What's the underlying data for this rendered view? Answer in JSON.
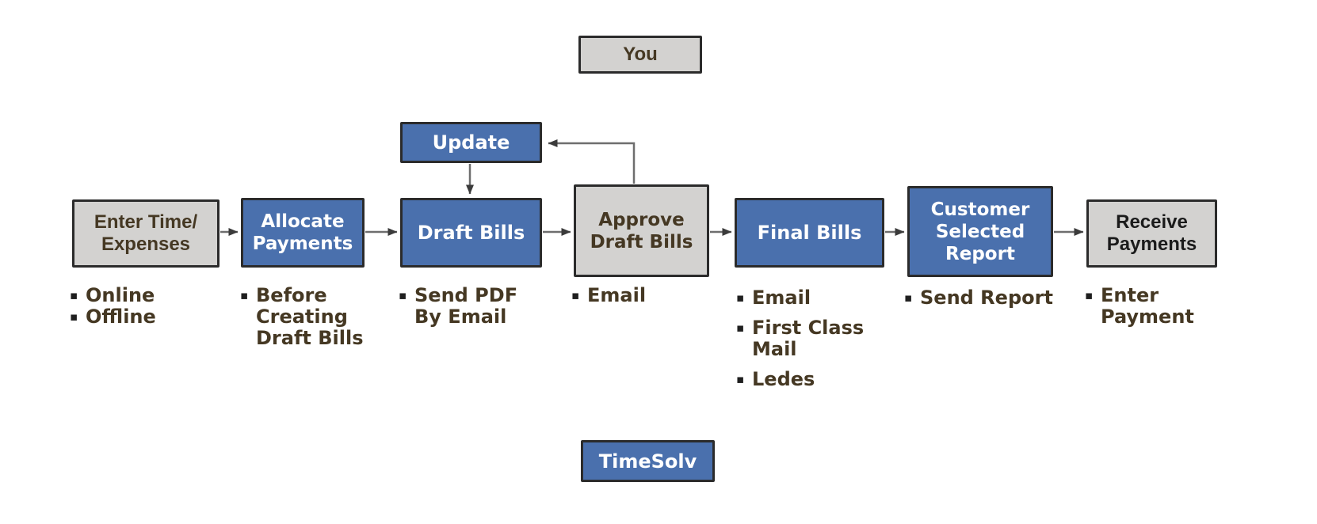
{
  "diagram": {
    "legend": {
      "you": "You",
      "timesolv": "TimeSolv"
    },
    "update_label": "Update",
    "steps": [
      {
        "id": "enter-time-expenses",
        "actor": "you",
        "label": "Enter Time/\nExpenses",
        "notes": [
          "Online",
          "Offline"
        ]
      },
      {
        "id": "allocate-payments",
        "actor": "timesolv",
        "label": "Allocate\nPayments",
        "notes": [
          "Before\nCreating\nDraft Bills"
        ]
      },
      {
        "id": "draft-bills",
        "actor": "timesolv",
        "label": "Draft Bills",
        "notes": [
          "Send PDF\nBy Email"
        ]
      },
      {
        "id": "approve-draft-bills",
        "actor": "you",
        "label": "Approve\nDraft Bills",
        "notes": [
          "Email"
        ]
      },
      {
        "id": "final-bills",
        "actor": "timesolv",
        "label": "Final Bills",
        "notes": [
          "Email",
          "First Class\nMail",
          "Ledes"
        ]
      },
      {
        "id": "customer-selected-report",
        "actor": "timesolv",
        "label": "Customer\nSelected\nReport",
        "notes": [
          "Send Report"
        ]
      },
      {
        "id": "receive-payments",
        "actor": "you",
        "label": "Receive\nPayments",
        "notes": [
          "Enter\nPayment"
        ]
      }
    ],
    "edges": [
      {
        "from": "enter-time-expenses",
        "to": "allocate-payments"
      },
      {
        "from": "allocate-payments",
        "to": "draft-bills"
      },
      {
        "from": "draft-bills",
        "to": "approve-draft-bills"
      },
      {
        "from": "approve-draft-bills",
        "to": "final-bills"
      },
      {
        "from": "final-bills",
        "to": "customer-selected-report"
      },
      {
        "from": "customer-selected-report",
        "to": "receive-payments"
      },
      {
        "from": "update",
        "to": "draft-bills"
      },
      {
        "from": "approve-draft-bills",
        "to": "update"
      }
    ],
    "colors": {
      "timesolv_blue": "#4a70ad",
      "you_gray": "#d3d2d0",
      "box_border": "#2b2b2b",
      "brown_text": "#453823",
      "black_text": "#1b1b1b",
      "arrow_line": "#6e6e6e",
      "arrow_head": "#3b3b3b"
    }
  }
}
